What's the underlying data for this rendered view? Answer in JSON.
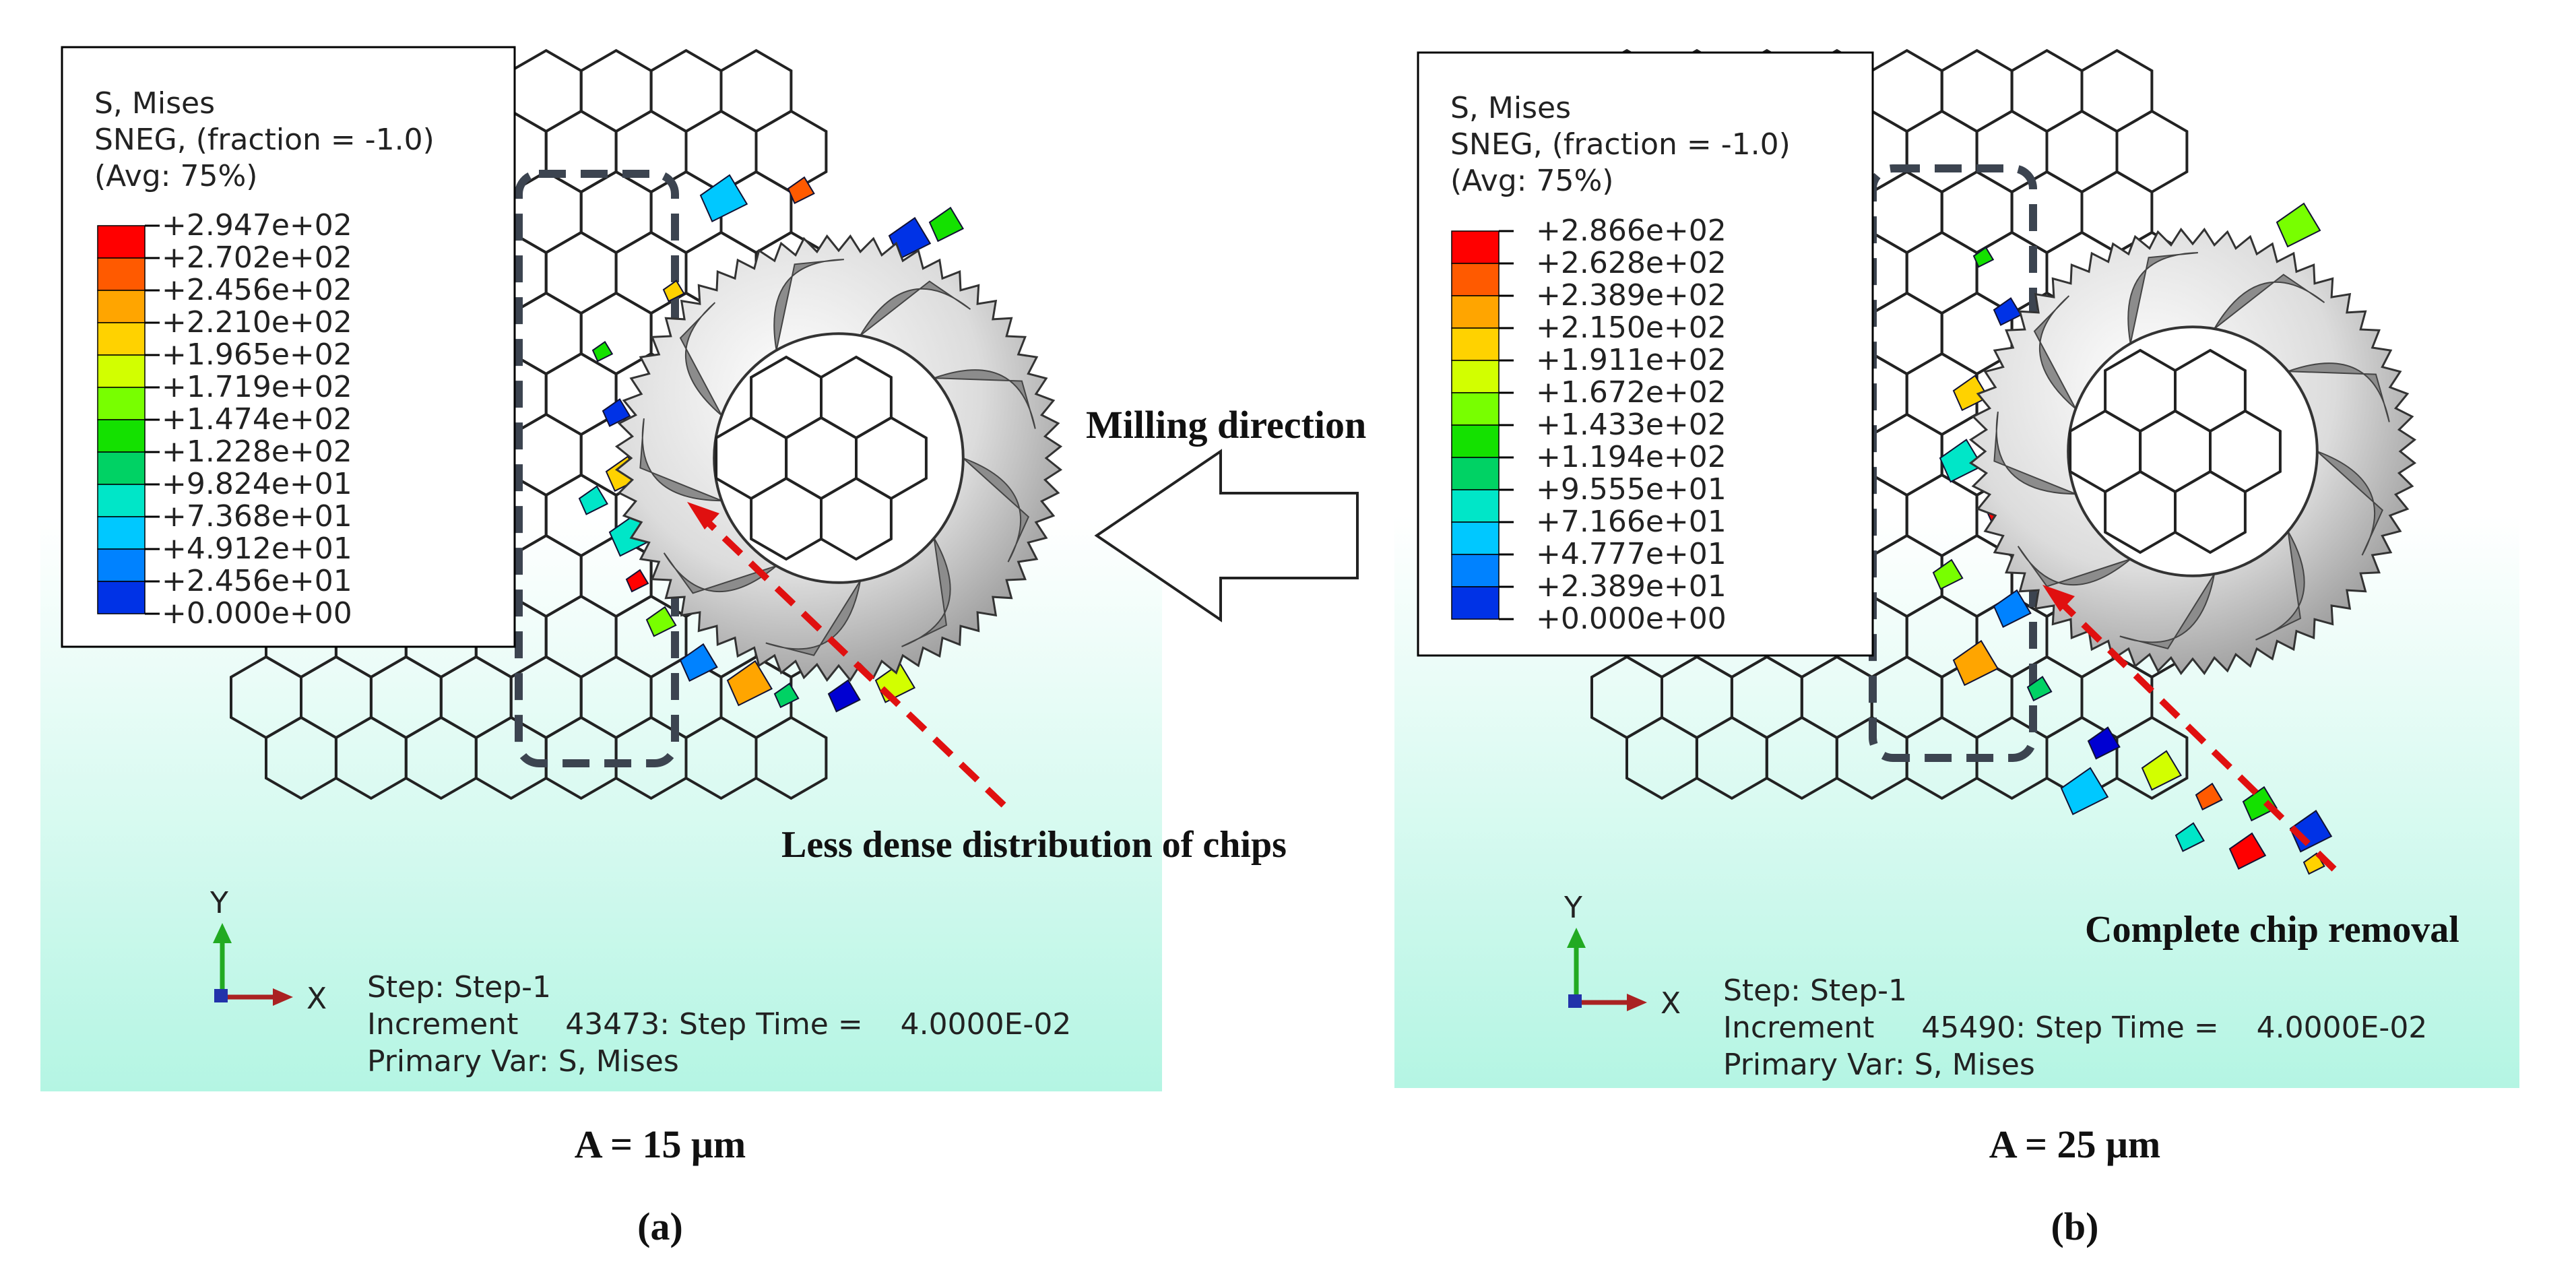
{
  "panels": [
    {
      "id": "a",
      "legend": {
        "title_lines": [
          "S, Mises",
          "SNEG, (fraction = -1.0)",
          "(Avg: 75%)"
        ],
        "values": [
          "+2.947e+02",
          "+2.702e+02",
          "+2.456e+02",
          "+2.210e+02",
          "+1.965e+02",
          "+1.719e+02",
          "+1.474e+02",
          "+1.228e+02",
          "+9.824e+01",
          "+7.368e+01",
          "+4.912e+01",
          "+2.456e+01",
          "+0.000e+00"
        ]
      },
      "axis": {
        "y": "Y",
        "x": "X"
      },
      "status": {
        "step": "Step: Step-1",
        "increment": "Increment     43473: Step Time =    4.0000E-02",
        "primary": "Primary Var: S, Mises"
      },
      "caption": "A = 15 μm",
      "label": "(a)",
      "annotation": "Less dense distribution of chips"
    },
    {
      "id": "b",
      "legend": {
        "title_lines": [
          "S, Mises",
          "SNEG, (fraction = -1.0)",
          "(Avg: 75%)"
        ],
        "values": [
          "+2.866e+02",
          "+2.628e+02",
          "+2.389e+02",
          "+2.150e+02",
          "+1.911e+02",
          "+1.672e+02",
          "+1.433e+02",
          "+1.194e+02",
          "+9.555e+01",
          "+7.166e+01",
          "+4.777e+01",
          "+2.389e+01",
          "+0.000e+00"
        ]
      },
      "axis": {
        "y": "Y",
        "x": "X"
      },
      "status": {
        "step": "Step: Step-1",
        "increment": "Increment     45490: Step Time =    4.0000E-02",
        "primary": "Primary Var: S, Mises"
      },
      "caption": "A = 25 μm",
      "label": "(b)",
      "annotation": "Complete chip removal"
    }
  ],
  "milling_direction": "Milling direction",
  "colors": {
    "contour": [
      "#ff0000",
      "#ff5a00",
      "#ffa500",
      "#ffd200",
      "#d2ff00",
      "#78ff00",
      "#14e100",
      "#00d264",
      "#00e6c8",
      "#00c8ff",
      "#0082ff",
      "#0032e6",
      "#0000d2"
    ],
    "background_top": "#ffffff",
    "background_bottom": "#b4f5e3",
    "annotation_arrow": "#e01010",
    "dashed_box": "#3c4450"
  }
}
